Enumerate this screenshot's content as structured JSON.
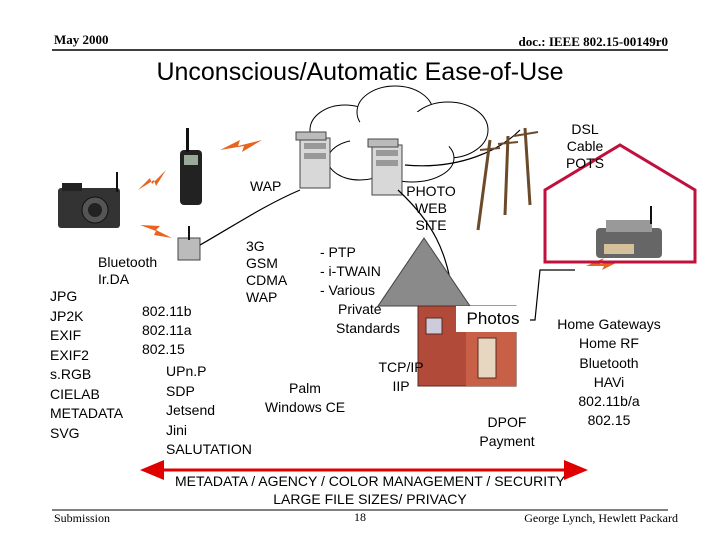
{
  "header": {
    "date": "May 2000",
    "doc_id": "doc.: IEEE 802.15-00149r0"
  },
  "title": "Unconscious/Automatic Ease-of-Use",
  "labels": {
    "wap": "WAP",
    "dsl": [
      "DSL",
      "Cable",
      "POTS"
    ],
    "photo_web_site": [
      "PHOTO",
      "WEB",
      "SITE"
    ],
    "cellular": [
      "3G",
      "GSM",
      "CDMA",
      "WAP"
    ],
    "twain": [
      "- PTP",
      "- i-TWAIN",
      "- Various",
      "Private",
      "Standards"
    ],
    "bluetooth_irda": [
      "Bluetooth",
      "Ir.DA"
    ],
    "formats": [
      "JPG",
      "JP2K",
      "EXIF",
      "EXIF2",
      "s.RGB",
      "CIELAB",
      "METADATA",
      "SVG"
    ],
    "wireless": [
      "802.11b",
      "802.11a",
      "802.15"
    ],
    "discovery": [
      "UPn.P",
      "SDP",
      "Jetsend",
      "Jini",
      "SALUTATION"
    ],
    "palm": [
      "Palm",
      "Windows CE"
    ],
    "tcpip": [
      "TCP/IP",
      "IIP"
    ],
    "photos": "Photos",
    "dpof": [
      "DPOF",
      "Payment"
    ],
    "home": [
      "Home Gateways",
      "Home RF",
      "Bluetooth",
      "HAVi",
      "802.11b/a",
      "802.15"
    ],
    "metadata_banner": "METADATA / AGENCY / COLOR MANAGEMENT / SECURITY",
    "file_sizes": "LARGE FILE SIZES/ PRIVACY"
  },
  "footer": {
    "left": "Submission",
    "page": "18",
    "author": "George Lynch, Hewlett Packard"
  },
  "colors": {
    "arrow_red": "#e00000",
    "lightning_orange": "#e8641e",
    "house_outline": "#c0103c",
    "roof": "#8a8a8a",
    "brick": "#b24a3a"
  }
}
